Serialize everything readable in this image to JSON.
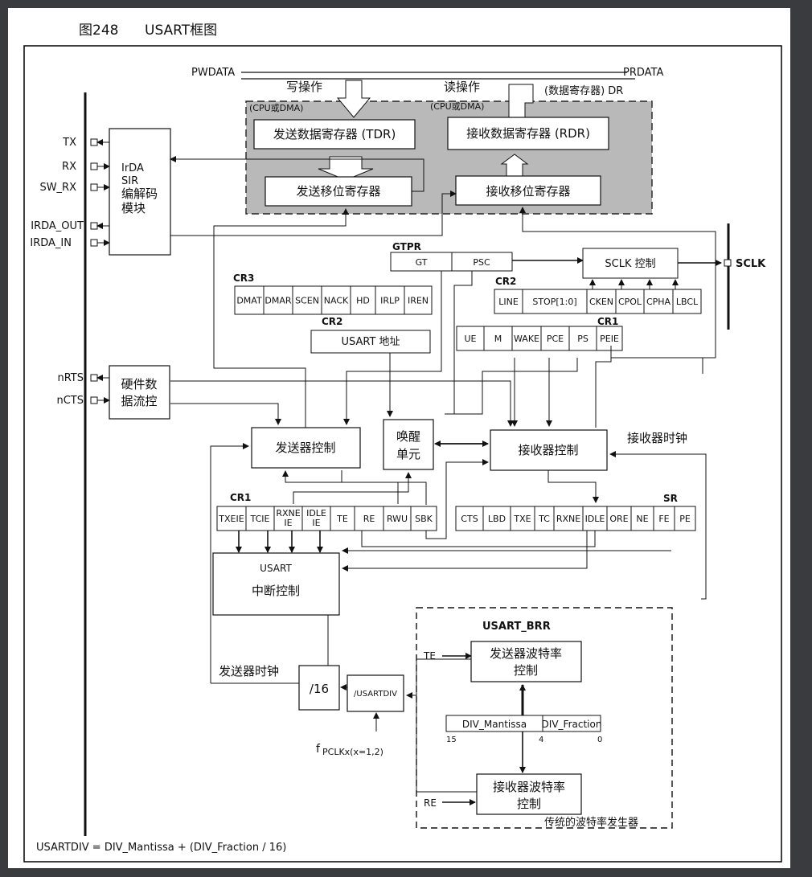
{
  "caption": {
    "number": "图248",
    "title": "USART框图"
  },
  "bus": {
    "pwdata": "PWDATA",
    "prdata": "PRDATA",
    "write_op": "写操作",
    "read_op": "读操作",
    "data_reg": "(数据寄存器) DR",
    "cpu_dma_write": "(CPU或DMA)",
    "cpu_dma_read": "(CPU或DMA)"
  },
  "registers": {
    "tdr": "发送数据寄存器 (TDR)",
    "rdr": "接收数据寄存器 (RDR)",
    "tx_shift": "发送移位寄存器",
    "rx_shift": "接收移位寄存器"
  },
  "pins": {
    "tx": "TX",
    "rx": "RX",
    "sw_rx": "SW_RX",
    "irda_out": "IRDA_OUT",
    "irda_in": "IRDA_IN",
    "nrts": "nRTS",
    "ncts": "nCTS",
    "sclk": "SCLK"
  },
  "irda_block": {
    "line1": "IrDA",
    "line2": "SIR",
    "line3": "编解码",
    "line4": "模块"
  },
  "flow_block": {
    "line1": "硬件数",
    "line2": "据流控"
  },
  "gtpr": {
    "label": "GTPR",
    "gt": "GT",
    "psc": "PSC"
  },
  "sclk_ctrl": "SCLK 控制",
  "cr3": {
    "label": "CR3",
    "fields": [
      "DMAT",
      "DMAR",
      "SCEN",
      "NACK",
      "HD",
      "IRLP",
      "IREN"
    ]
  },
  "cr2_top": {
    "label": "CR2",
    "fields": [
      "LINE",
      "STOP[1:0]",
      "CKEN",
      "CPOL",
      "CPHA",
      "LBCL"
    ]
  },
  "cr2_addr": {
    "label": "CR2",
    "text": "USART 地址"
  },
  "cr1_top": {
    "label": "CR1",
    "fields": [
      "UE",
      "M",
      "WAKE",
      "PCE",
      "PS",
      "PEIE"
    ]
  },
  "tx_ctrl": "发送器控制",
  "wakeup": {
    "line1": "唤醒",
    "line2": "单元"
  },
  "rx_ctrl": "接收器控制",
  "rx_clock": "接收器时钟",
  "cr1_bottom": {
    "label": "CR1",
    "fields": [
      "TXEIE",
      "TCIE",
      "RXNE IE",
      "IDLE IE",
      "TE",
      "RE",
      "RWU",
      "SBK"
    ]
  },
  "sr": {
    "label": "SR",
    "fields": [
      "CTS",
      "LBD",
      "TXE",
      "TC",
      "RXNE",
      "IDLE",
      "ORE",
      "NE",
      "FE",
      "PE"
    ]
  },
  "irq": {
    "line1": "USART",
    "line2": "中断控制"
  },
  "tx_clock": "发送器时钟",
  "div16": "/16",
  "usartdiv_box": "/USARTDIV",
  "pclk": {
    "f": "f",
    "sub": "PCLKx(x=1,2)"
  },
  "brr": {
    "label": "USART_BRR",
    "te": "TE",
    "re": "RE",
    "tx_baud_line1": "发送器波特率",
    "tx_baud_line2": "控制",
    "rx_baud_line1": "接收器波特率",
    "rx_baud_line2": "控制",
    "mantissa": "DIV_Mantissa",
    "fraction": "DIV_Fraction",
    "bit15": "15",
    "bit4": "4",
    "bit0": "0",
    "generator": "传统的波特率发生器"
  },
  "formula": "USARTDIV = DIV_Mantissa + (DIV_Fraction / 16)",
  "colors": {
    "background": "#3a3b3f",
    "paper": "#ffffff",
    "shaded": "#b9b9b9",
    "line": "#111111"
  }
}
